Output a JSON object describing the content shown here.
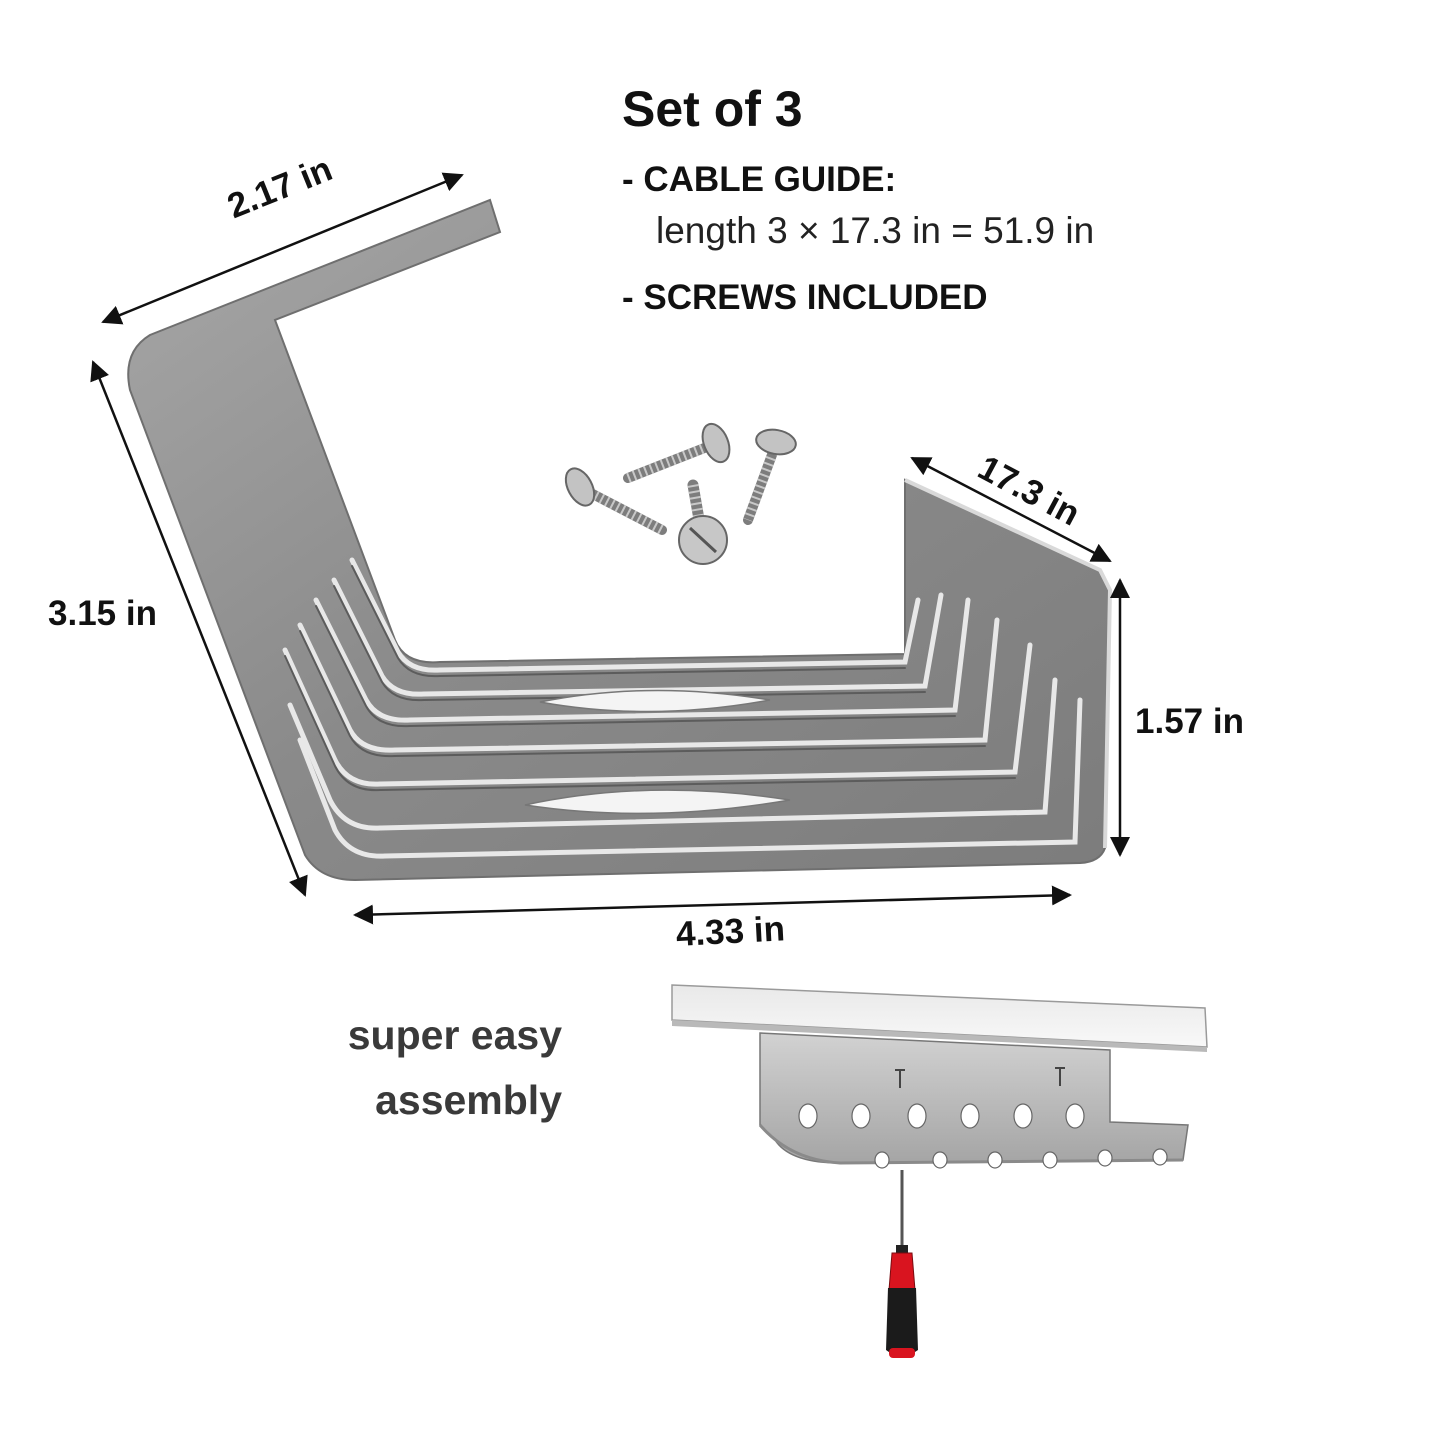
{
  "title": "Set of 3",
  "specs": {
    "cable_guide_label": "- CABLE GUIDE:",
    "cable_guide_detail": "length 3 × 17.3 in = 51.9 in",
    "screws_label": "- SCREWS INCLUDED"
  },
  "dimensions": {
    "top_width": "2.17 in",
    "height": "3.15 in",
    "length": "17.3 in",
    "lip_height": "1.57 in",
    "depth": "4.33 in"
  },
  "assembly": {
    "line1": "super easy",
    "line2": "assembly"
  },
  "colors": {
    "metal": "#8e8e8e",
    "metal_light": "#c9c9c9",
    "text": "#111111",
    "screwdriver_handle": "#d9141f"
  }
}
